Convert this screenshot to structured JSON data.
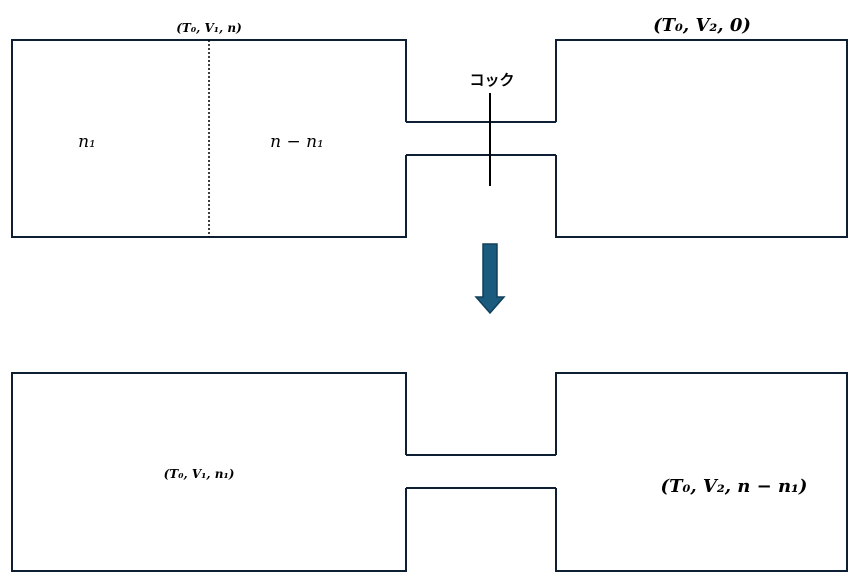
{
  "top": {
    "left_state": "(T₀, V₁, n)",
    "right_state": "(T₀, V₂, 0)",
    "left_part": "n₁",
    "right_part": "n − n₁",
    "valve": "コック"
  },
  "bottom": {
    "left_state": "(T₀, V₁, n₁)",
    "right_state": "(T₀, V₂, n − n₁)"
  },
  "colors": {
    "arrow": "#1b5b7e",
    "stroke": "#0f1f33"
  },
  "icons": {
    "arrow": "down-arrow-icon"
  }
}
